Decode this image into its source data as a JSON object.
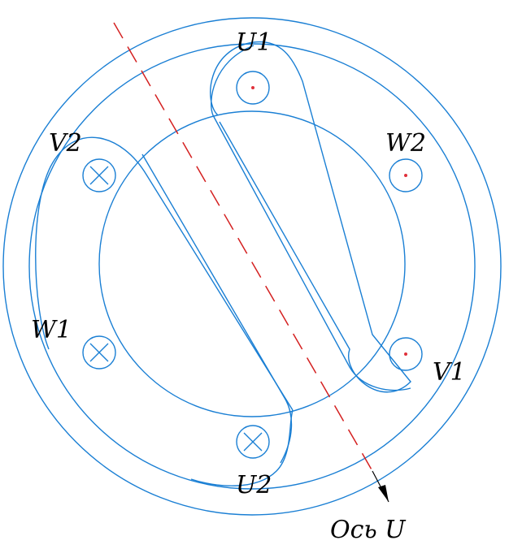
{
  "labels": {
    "u1": "U1",
    "u2": "U2",
    "v1": "V1",
    "v2": "V2",
    "w1": "W1",
    "w2": "W2",
    "axis": "Ось U"
  },
  "colors": {
    "line": "#1a7fd4",
    "axis": "#d42020",
    "text": "#000000"
  }
}
